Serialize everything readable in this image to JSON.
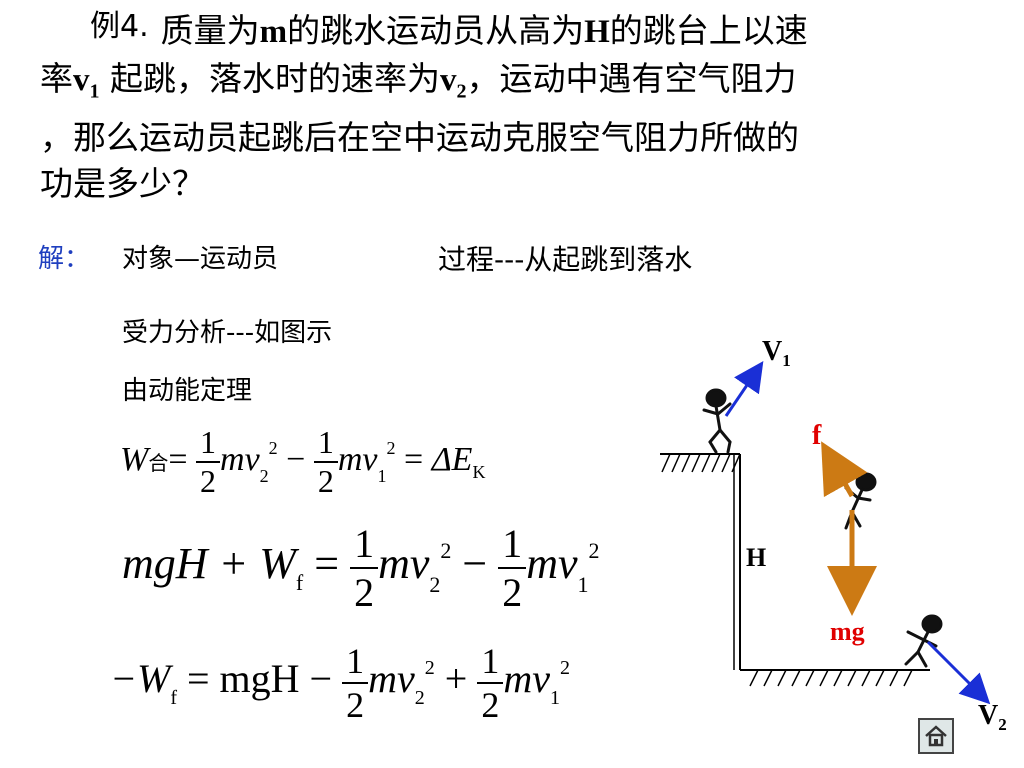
{
  "problem": {
    "label": "例4.",
    "line1_a": "质量为",
    "m": "m",
    "line1_b": "的跳水运动员从高为",
    "H": "H",
    "line1_c": "的跳台上以速",
    "line2_a": "率",
    "v": "v",
    "sub1": "1",
    "line2_b": " 起跳，落水时的速率为",
    "sub2": "2",
    "line2_c": "，运动中遇有空气阻力",
    "line3": "，那么运动员起跳后在空中运动克服空气阻力所做的",
    "line4": "功是多少？"
  },
  "solution": {
    "label": "解：",
    "object": "对象—运动员",
    "process": "过程---从起跳到落水",
    "force": "受力分析---如图示",
    "theorem": "由动能定理"
  },
  "equations": {
    "e1": {
      "W": "W",
      "sub": "合",
      "eq": "=",
      "one": "1",
      "two": "2",
      "mv": "mv",
      "s2": "2",
      "p2": "2",
      "minus": "−",
      "s1": "1",
      "p1": "2",
      "equals": "=",
      "delta": "ΔE",
      "k": "K"
    },
    "e2": {
      "lhs": "mgH + W",
      "f": "f",
      "eq": "=",
      "one": "1",
      "two": "2",
      "mv": "mv",
      "s2": "2",
      "p2": "2",
      "minus": "−",
      "s1": "1",
      "p1": "2"
    },
    "e3": {
      "lhs": "−W",
      "f": "f",
      "eq": "= mgH −",
      "one": "1",
      "two": "2",
      "mv": "mv",
      "s2": "2",
      "p2": "2",
      "plus": "+",
      "s1": "1",
      "p1": "2"
    }
  },
  "diagram": {
    "v1": "V",
    "v1_sub": "1",
    "f": "f",
    "H": "H",
    "mg": "mg",
    "v2": "V",
    "v2_sub": "2",
    "colors": {
      "velocity": "#1a2fd6",
      "force": "#cc7a14",
      "label_red": "#e00000"
    }
  },
  "nav": {
    "home_icon": "home-icon"
  }
}
